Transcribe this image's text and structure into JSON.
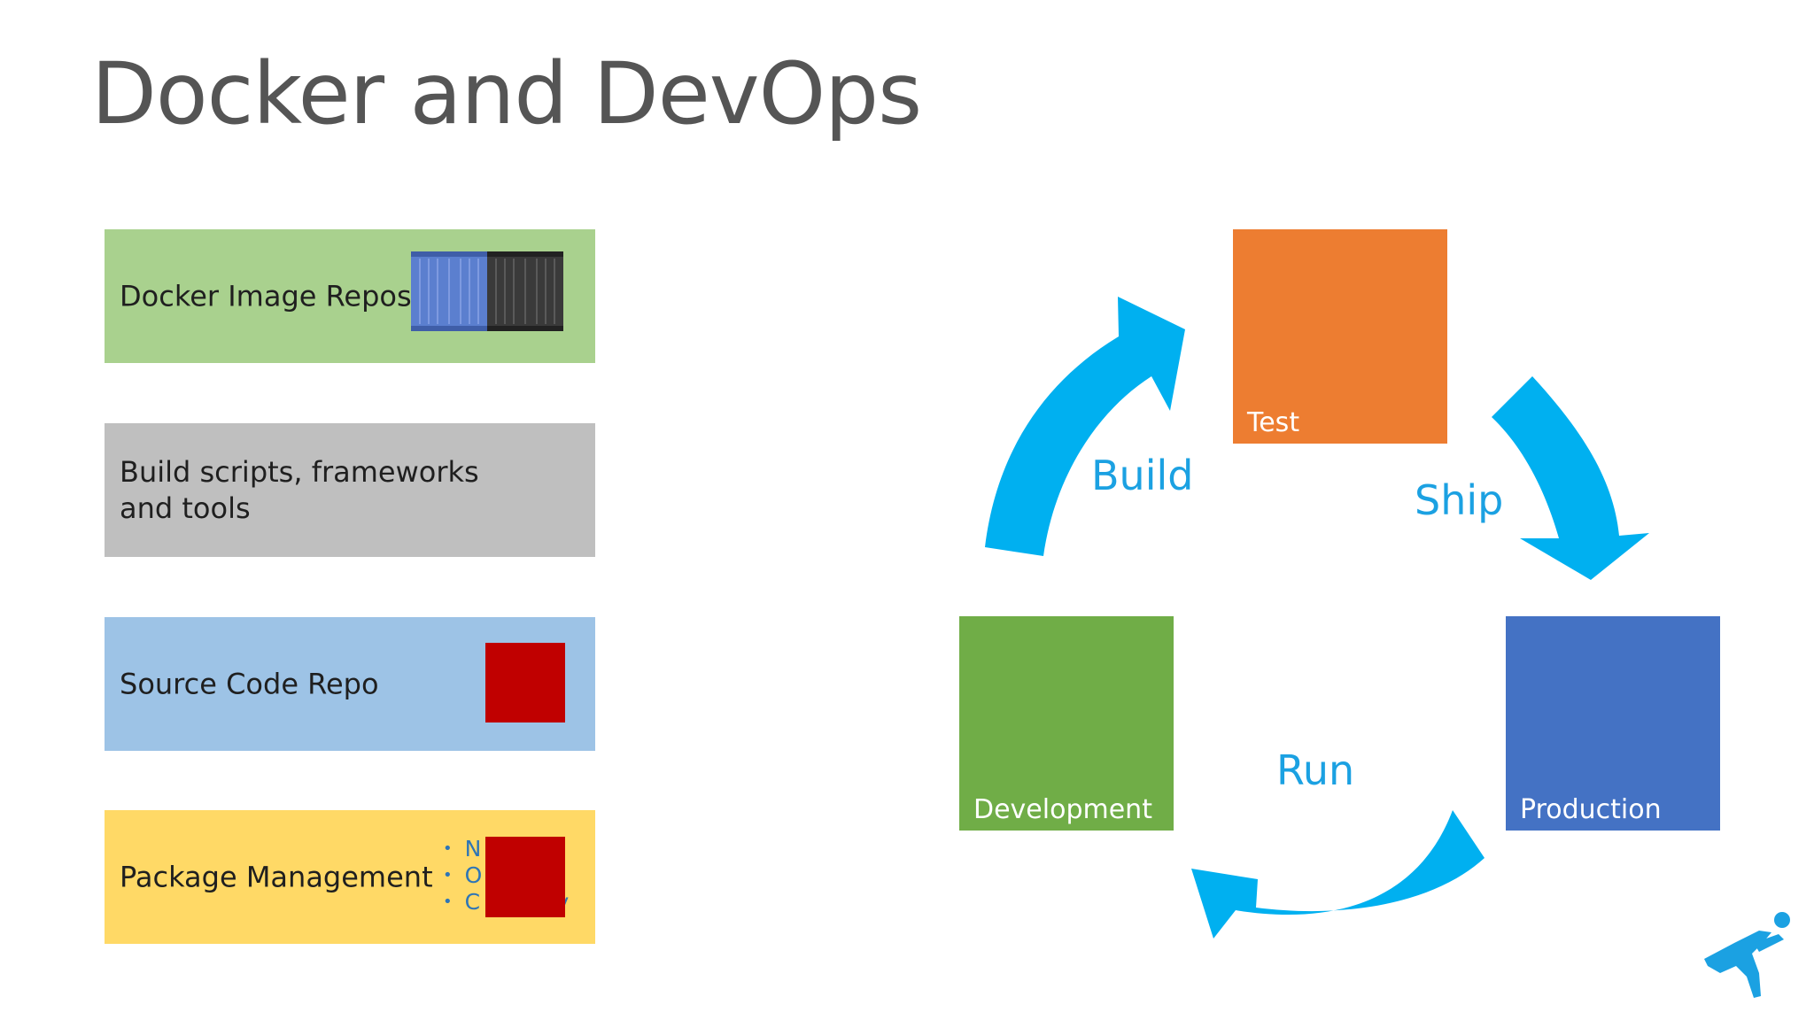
{
  "slide": {
    "title": "Docker and DevOps"
  },
  "left_boxes": [
    {
      "label": "Docker Image Repos",
      "color": "#a9d18e"
    },
    {
      "label": "Build scripts, frameworks and tools",
      "line1": "Build scripts, frameworks",
      "line2": "and tools",
      "color": "#bfbfbf"
    },
    {
      "label": "Source Code Repo",
      "color": "#9dc3e6"
    },
    {
      "label": "Package Management",
      "color": "#ffd966"
    }
  ],
  "package_bullets": [
    "N",
    "O",
    "C",
    "ey"
  ],
  "cycle": {
    "tiles": [
      {
        "label": "Test",
        "color": "#ed7d31"
      },
      {
        "label": "Production",
        "color": "#4472c4"
      },
      {
        "label": "Development",
        "color": "#70ad47"
      }
    ],
    "arrows": [
      {
        "label": "Build"
      },
      {
        "label": "Ship"
      },
      {
        "label": "Run"
      }
    ],
    "arrow_color": "#00b0f0"
  },
  "icons": [
    "shipping-container-blue-icon",
    "shipping-container-black-icon",
    "runner-logo-icon"
  ]
}
